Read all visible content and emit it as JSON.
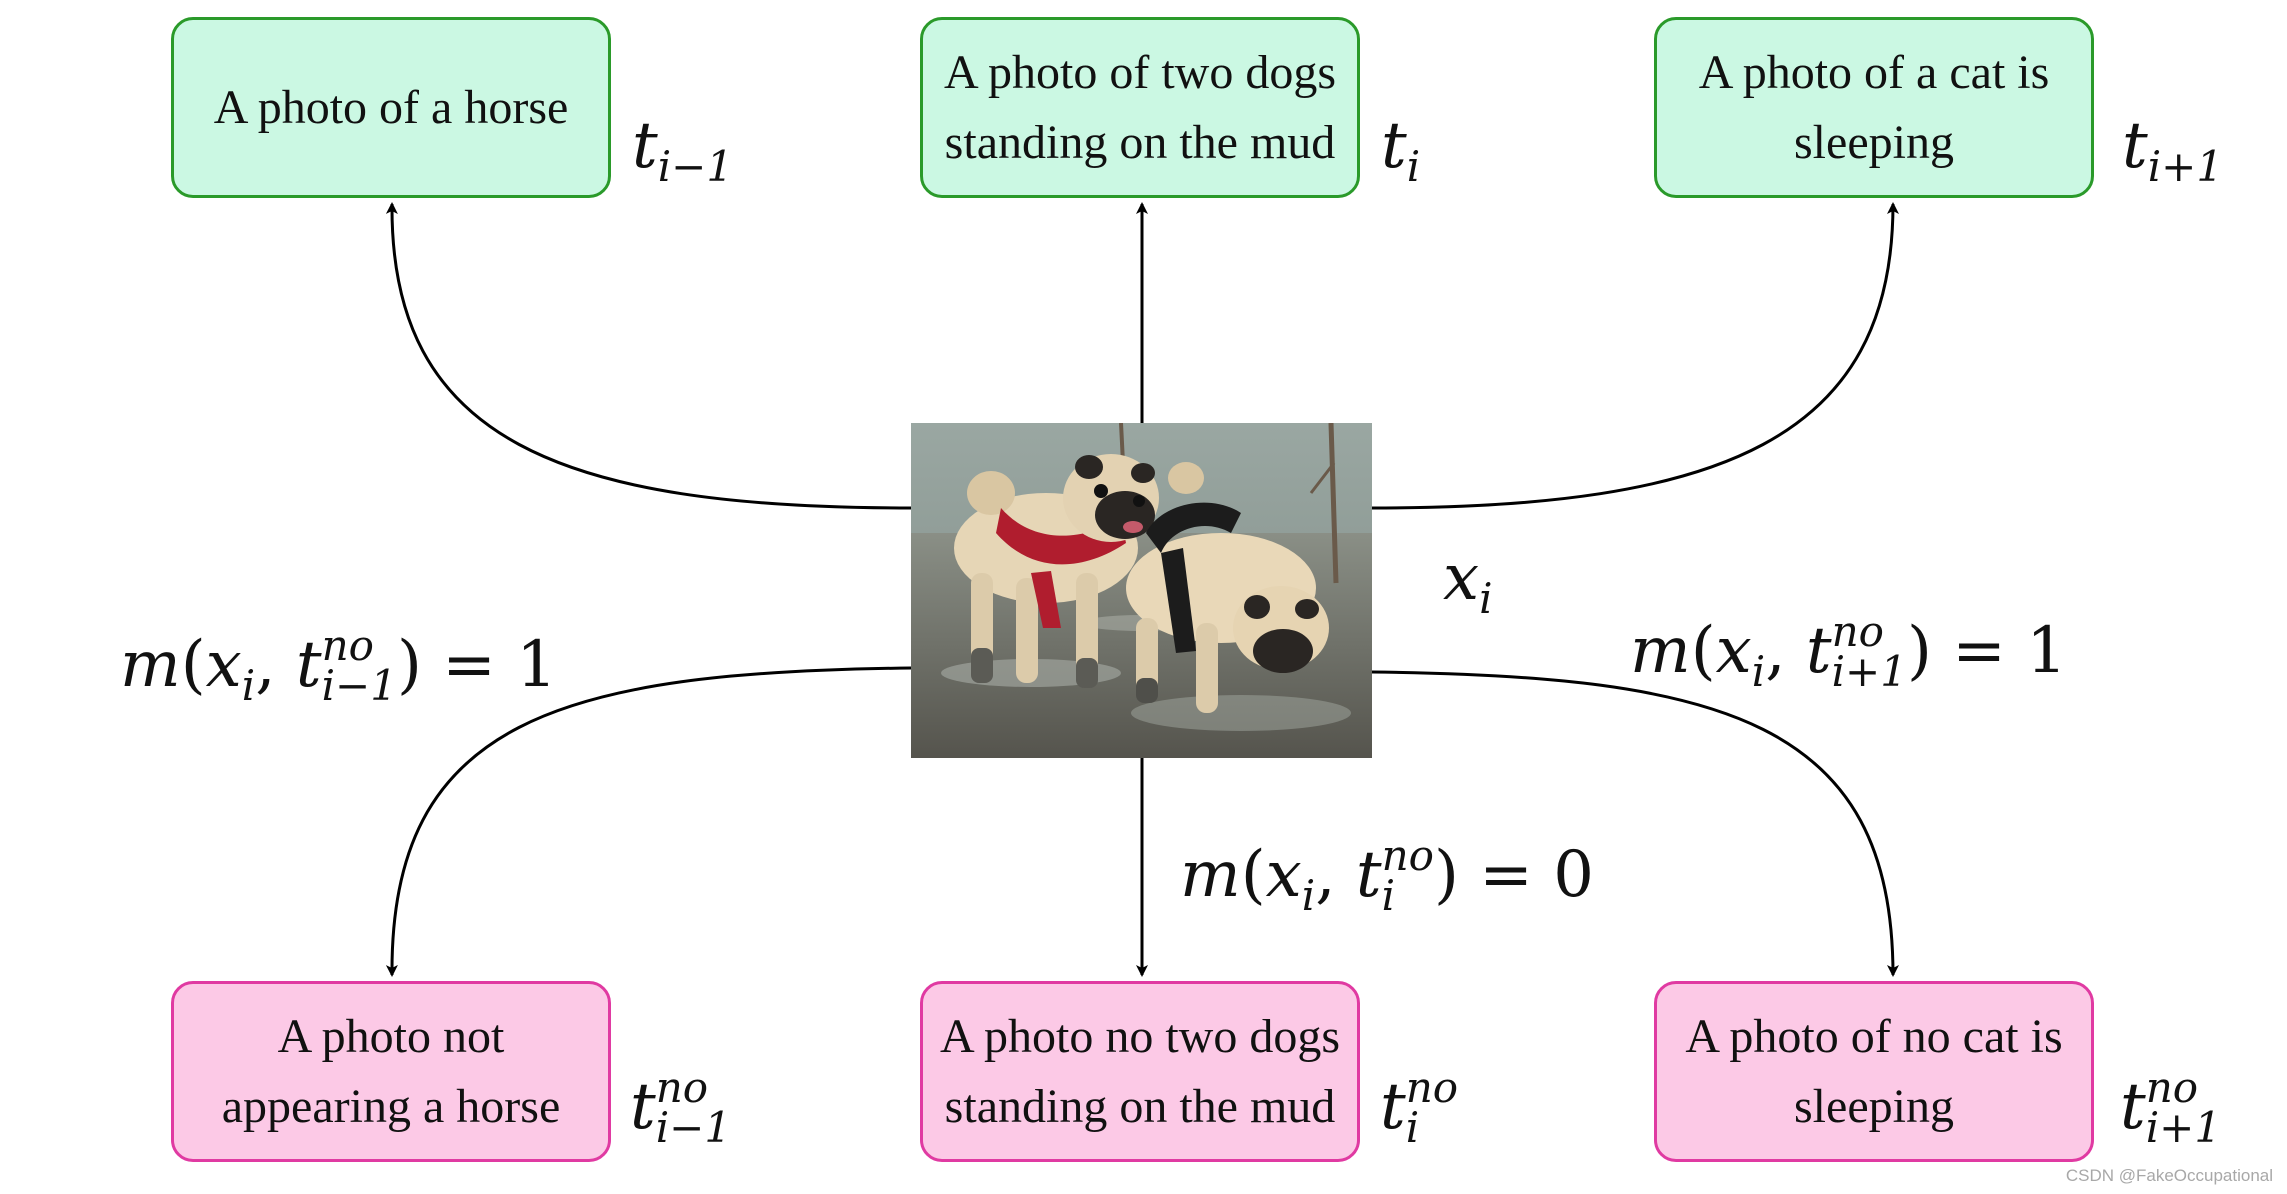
{
  "colors": {
    "positive_fill": "#cbf8e3",
    "positive_border": "#2a9a2a",
    "negative_fill": "#fcc9e6",
    "negative_border": "#e03aa2",
    "edge": "#000000"
  },
  "positive_captions": [
    {
      "lines": [
        "A photo of a horse"
      ],
      "label_base": "t",
      "label_sub": "i−1"
    },
    {
      "lines": [
        "A photo of two dogs",
        "standing on the mud"
      ],
      "label_base": "t",
      "label_sub": "i"
    },
    {
      "lines": [
        "A photo of a cat is",
        "sleeping"
      ],
      "label_base": "t",
      "label_sub": "i+1"
    }
  ],
  "negative_captions": [
    {
      "lines": [
        "A photo not",
        "appearing a horse"
      ],
      "label_base": "t",
      "label_sup": "no",
      "label_sub": "i−1"
    },
    {
      "lines": [
        "A photo no two dogs",
        "standing on the mud"
      ],
      "label_base": "t",
      "label_sup": "no",
      "label_sub": "i"
    },
    {
      "lines": [
        "A photo of no cat is",
        "sleeping"
      ],
      "label_base": "t",
      "label_sup": "no",
      "label_sub": "i+1"
    }
  ],
  "image": {
    "label_base": "x",
    "label_sub": "i",
    "content": "photo of two pugs standing on mud"
  },
  "match_scores": [
    {
      "fn": "m",
      "arg1_base": "x",
      "arg1_sub": "i",
      "arg2_base": "t",
      "arg2_sup": "no",
      "arg2_sub": "i−1",
      "value": "1"
    },
    {
      "fn": "m",
      "arg1_base": "x",
      "arg1_sub": "i",
      "arg2_base": "t",
      "arg2_sup": "no",
      "arg2_sub": "i",
      "value": "0"
    },
    {
      "fn": "m",
      "arg1_base": "x",
      "arg1_sub": "i",
      "arg2_base": "t",
      "arg2_sup": "no",
      "arg2_sub": "i+1",
      "value": "1"
    }
  ],
  "watermark": "CSDN @FakeOccupational"
}
